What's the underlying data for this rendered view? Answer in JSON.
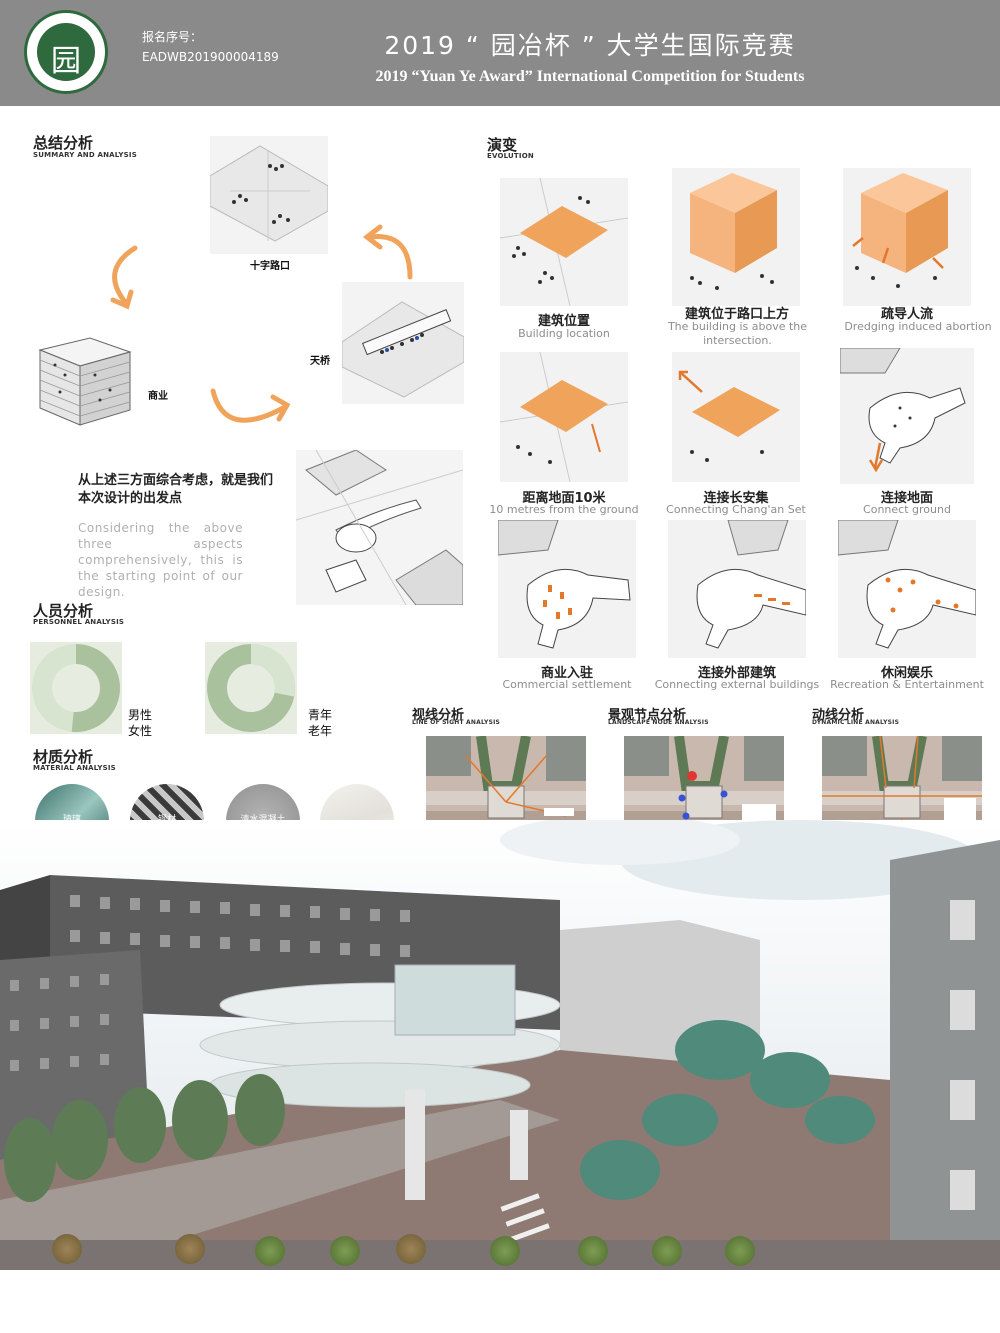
{
  "header": {
    "logo_icon": "园",
    "regno_label": "报名序号：",
    "regno": "EADWB201900004189",
    "title_cn": "2019 “ 园冶杯 ” 大学生国际竞赛",
    "title_en": "2019 “Yuan Ye Award” International Competition for  Students"
  },
  "summary": {
    "title_cn": "总结分析",
    "title_en": "SUMMARY AND ANALYSIS",
    "label_intersection": "十字路口",
    "label_bridge": "天桥",
    "label_commerce": "商业",
    "conclusion_cn": "从上述三方面综合考虑，就是我们本次设计的出发点",
    "conclusion_en": "Considering the above three aspects comprehensively, this is the starting point of our design."
  },
  "evolution": {
    "title_cn": "演变",
    "title_en": "EVOLUTION",
    "steps": [
      {
        "cn": "建筑位置",
        "en": "Building location"
      },
      {
        "cn": "建筑位于路口上方",
        "en": "The building is above the intersection."
      },
      {
        "cn": "疏导人流",
        "en": "Dredging induced abortion"
      },
      {
        "cn": "距离地面10米",
        "en": "10 metres from the ground"
      },
      {
        "cn": "连接长安集",
        "en": "Connecting Chang'an Set"
      },
      {
        "cn": "连接地面",
        "en": "Connect ground"
      },
      {
        "cn": "商业入驻",
        "en": "Commercial settlement"
      },
      {
        "cn": "连接外部建筑",
        "en": "Connecting external buildings"
      },
      {
        "cn": "休闲娱乐",
        "en": "Recreation & Entertainment"
      }
    ]
  },
  "personnel": {
    "title_cn": "人员分析",
    "title_en": "PERSONNEL ANALYSIS",
    "gender": {
      "a": "男性",
      "b": "女性"
    },
    "age": {
      "a": "青年",
      "b": "老年"
    }
  },
  "material": {
    "title_cn": "材质分析",
    "title_en": "MATERIAL ANALYSIS",
    "items": [
      "玻璃",
      "钢材",
      "清水混凝土",
      ""
    ]
  },
  "maps": [
    {
      "cn": "视线分析",
      "en": "LINE OF SIGHT ANALYSIS"
    },
    {
      "cn": "景观节点分析",
      "en": "LANDSCAPE NODE ANALYSIS"
    },
    {
      "cn": "动线分析",
      "en": "DYNAMIC LINE ANALYSIS"
    }
  ],
  "colors": {
    "header": "#8a8a8a",
    "orange": "#f0a35a",
    "logo_green": "#2f6a3f",
    "ring_green": "#a9c19c"
  }
}
